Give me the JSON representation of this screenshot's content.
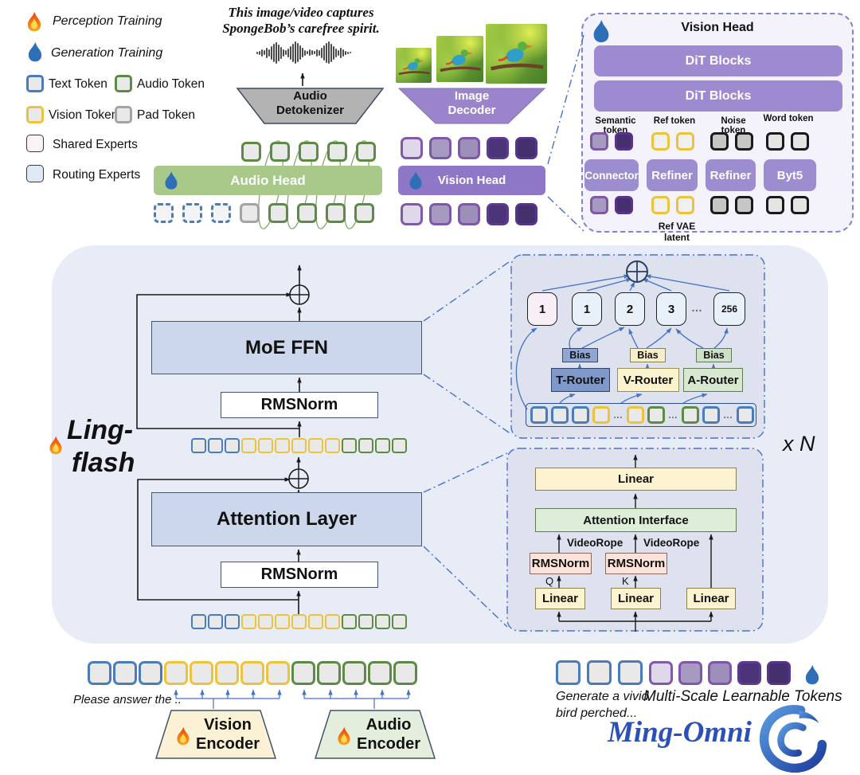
{
  "ellipsis": "…",
  "legend": {
    "perception": "Perception Training",
    "generation": "Generation Training",
    "text_token": "Text Token",
    "audio_token": "Audio Token",
    "vision_token": "Vision Token",
    "pad_token": "Pad Token",
    "shared_experts": "Shared Experts",
    "routing_experts": "Routing Experts"
  },
  "audio_branch": {
    "caption_line1": "This image/video captures",
    "caption_line2": "SpongeBob’s carefree spirit.",
    "detokenizer_line1": "Audio",
    "detokenizer_line2": "Detokenizer",
    "head": "Audio Head",
    "top_tokens": [
      "a",
      "a",
      "a",
      "a",
      "a"
    ],
    "bottom_tokens": [
      "td",
      "td",
      "td",
      "p",
      "a",
      "a",
      "a",
      "a"
    ],
    "waveform_heights": [
      3,
      5,
      9,
      6,
      13,
      9,
      17,
      23,
      27,
      21,
      15,
      9,
      6,
      11,
      17,
      23,
      28,
      24,
      18,
      12,
      7,
      4,
      8,
      6,
      4,
      9,
      7,
      13,
      19,
      25,
      28,
      23,
      17,
      11,
      7,
      13,
      9,
      5,
      3,
      2
    ]
  },
  "vision_branch": {
    "decoder_line1": "Image",
    "decoder_line2": "Decoder",
    "head": "Vision Head",
    "top_tokens": [
      "p1",
      "p2",
      "p3",
      "p4",
      "p5"
    ],
    "bottom_tokens": [
      "p1",
      "p2",
      "p3",
      "p4",
      "p5"
    ]
  },
  "vision_head_panel": {
    "title": "Vision Head",
    "dit1": "DiT Blocks",
    "dit2": "DiT Blocks",
    "label_semantic": "Semantic token",
    "label_ref": "Ref token",
    "label_noise": "Noise token",
    "label_word": "Word token",
    "top_semantic": [
      "p2",
      "p5"
    ],
    "top_ref": [
      "ref",
      "ref"
    ],
    "top_noise": [
      "n",
      "n"
    ],
    "top_word": [
      "w",
      "w"
    ],
    "block_connector": "Connector",
    "block_refiner1": "Refiner",
    "block_refiner2": "Refiner",
    "block_byt5": "Byt5",
    "bottom_semantic": [
      "p2",
      "p5"
    ],
    "bottom_ref": [
      "ref",
      "ref"
    ],
    "bottom_noise": [
      "n",
      "n"
    ],
    "bottom_word": [
      "w",
      "w"
    ],
    "bottom_label": "Ref VAE latent"
  },
  "backbone": {
    "model_line1": "Ling-",
    "model_line2": "flash",
    "moe_ffn": "MoE FFN",
    "rmsnorm_top": "RMSNorm",
    "attention": "Attention Layer",
    "rmsnorm_bottom": "RMSNorm",
    "repeat": "x N",
    "mid_tokens": [
      "t",
      "t",
      "t",
      "v",
      "v",
      "v",
      "v",
      "v",
      "v",
      "a",
      "a",
      "a",
      "a"
    ],
    "bottom_tokens": [
      "t",
      "t",
      "t",
      "v",
      "v",
      "v",
      "v",
      "v",
      "v",
      "a",
      "a",
      "a",
      "a"
    ]
  },
  "moe_panel": {
    "experts": [
      "1",
      "1",
      "2",
      "3",
      "256"
    ],
    "bias1": "Bias",
    "bias2": "Bias",
    "bias3": "Bias",
    "router_t": "T-Router",
    "router_v": "V-Router",
    "router_a": "A-Router",
    "tokens": [
      "t",
      "t",
      "t",
      "v",
      "dots",
      "v",
      "a",
      "dots",
      "a",
      "t",
      "dots",
      "t"
    ]
  },
  "attention_panel": {
    "linear_out": "Linear",
    "interface": "Attention Interface",
    "rope_q": "VideoRope",
    "rope_k": "VideoRope",
    "rms_q": "RMSNorm",
    "rms_k": "RMSNorm",
    "q": "Q",
    "k": "K",
    "linear_q": "Linear",
    "linear_k": "Linear",
    "linear_v": "Linear"
  },
  "bottom_left": {
    "prompt": "Please answer the ..",
    "tokens": [
      "t",
      "t",
      "t",
      "v",
      "v",
      "v",
      "v",
      "v",
      "a",
      "a",
      "a",
      "a",
      "a"
    ],
    "vision_encoder_line1": "Vision",
    "vision_encoder_line2": "Encoder",
    "audio_encoder_line1": "Audio",
    "audio_encoder_line2": "Encoder"
  },
  "bottom_right": {
    "prompt_line1": "Generate  a vivid",
    "prompt_line2": "bird perched...",
    "text_tokens": [
      "t",
      "t",
      "t"
    ],
    "learnable_tokens": [
      "p1",
      "p2",
      "p3",
      "p4",
      "p5"
    ],
    "learnable_label": "Multi-Scale Learnable Tokens",
    "brand": "Ming-Omni"
  },
  "colors": {
    "backbone_bg": "#e8ecf6",
    "panel_bg": "#dde2ee",
    "audio_head_green": "#a9c98b",
    "vision_head_purple": "#8d77c6",
    "dit_purple": "#9d8ad0",
    "moe_bar_blue": "#ccd7eb",
    "token_text_blue": "#4a7cba",
    "token_vision_yellow": "#ecc33d",
    "token_audio_green": "#5d8b45",
    "brand_blue": "#2b50b8",
    "connector_blue": "#4472c4"
  }
}
